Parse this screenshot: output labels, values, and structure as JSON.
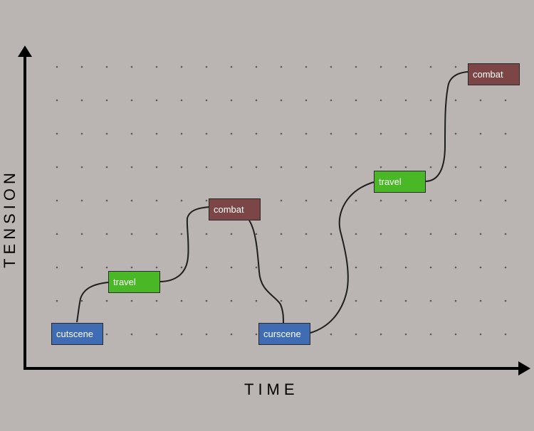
{
  "axes": {
    "x_label": "TIME",
    "y_label": "TENSION"
  },
  "colors": {
    "background": "#bab5b3",
    "axis": "#000000",
    "grid_dot": "#5e5a58",
    "connector": "#1e1e1e",
    "cutscene": "#3f6cb3",
    "travel": "#4ab826",
    "combat": "#7d4646"
  },
  "nodes": [
    {
      "label": "cutscene",
      "kind": "cutscene"
    },
    {
      "label": "travel",
      "kind": "travel"
    },
    {
      "label": "combat",
      "kind": "combat"
    },
    {
      "label": "curscene",
      "kind": "cutscene"
    },
    {
      "label": "travel",
      "kind": "travel"
    },
    {
      "label": "combat",
      "kind": "combat"
    }
  ]
}
